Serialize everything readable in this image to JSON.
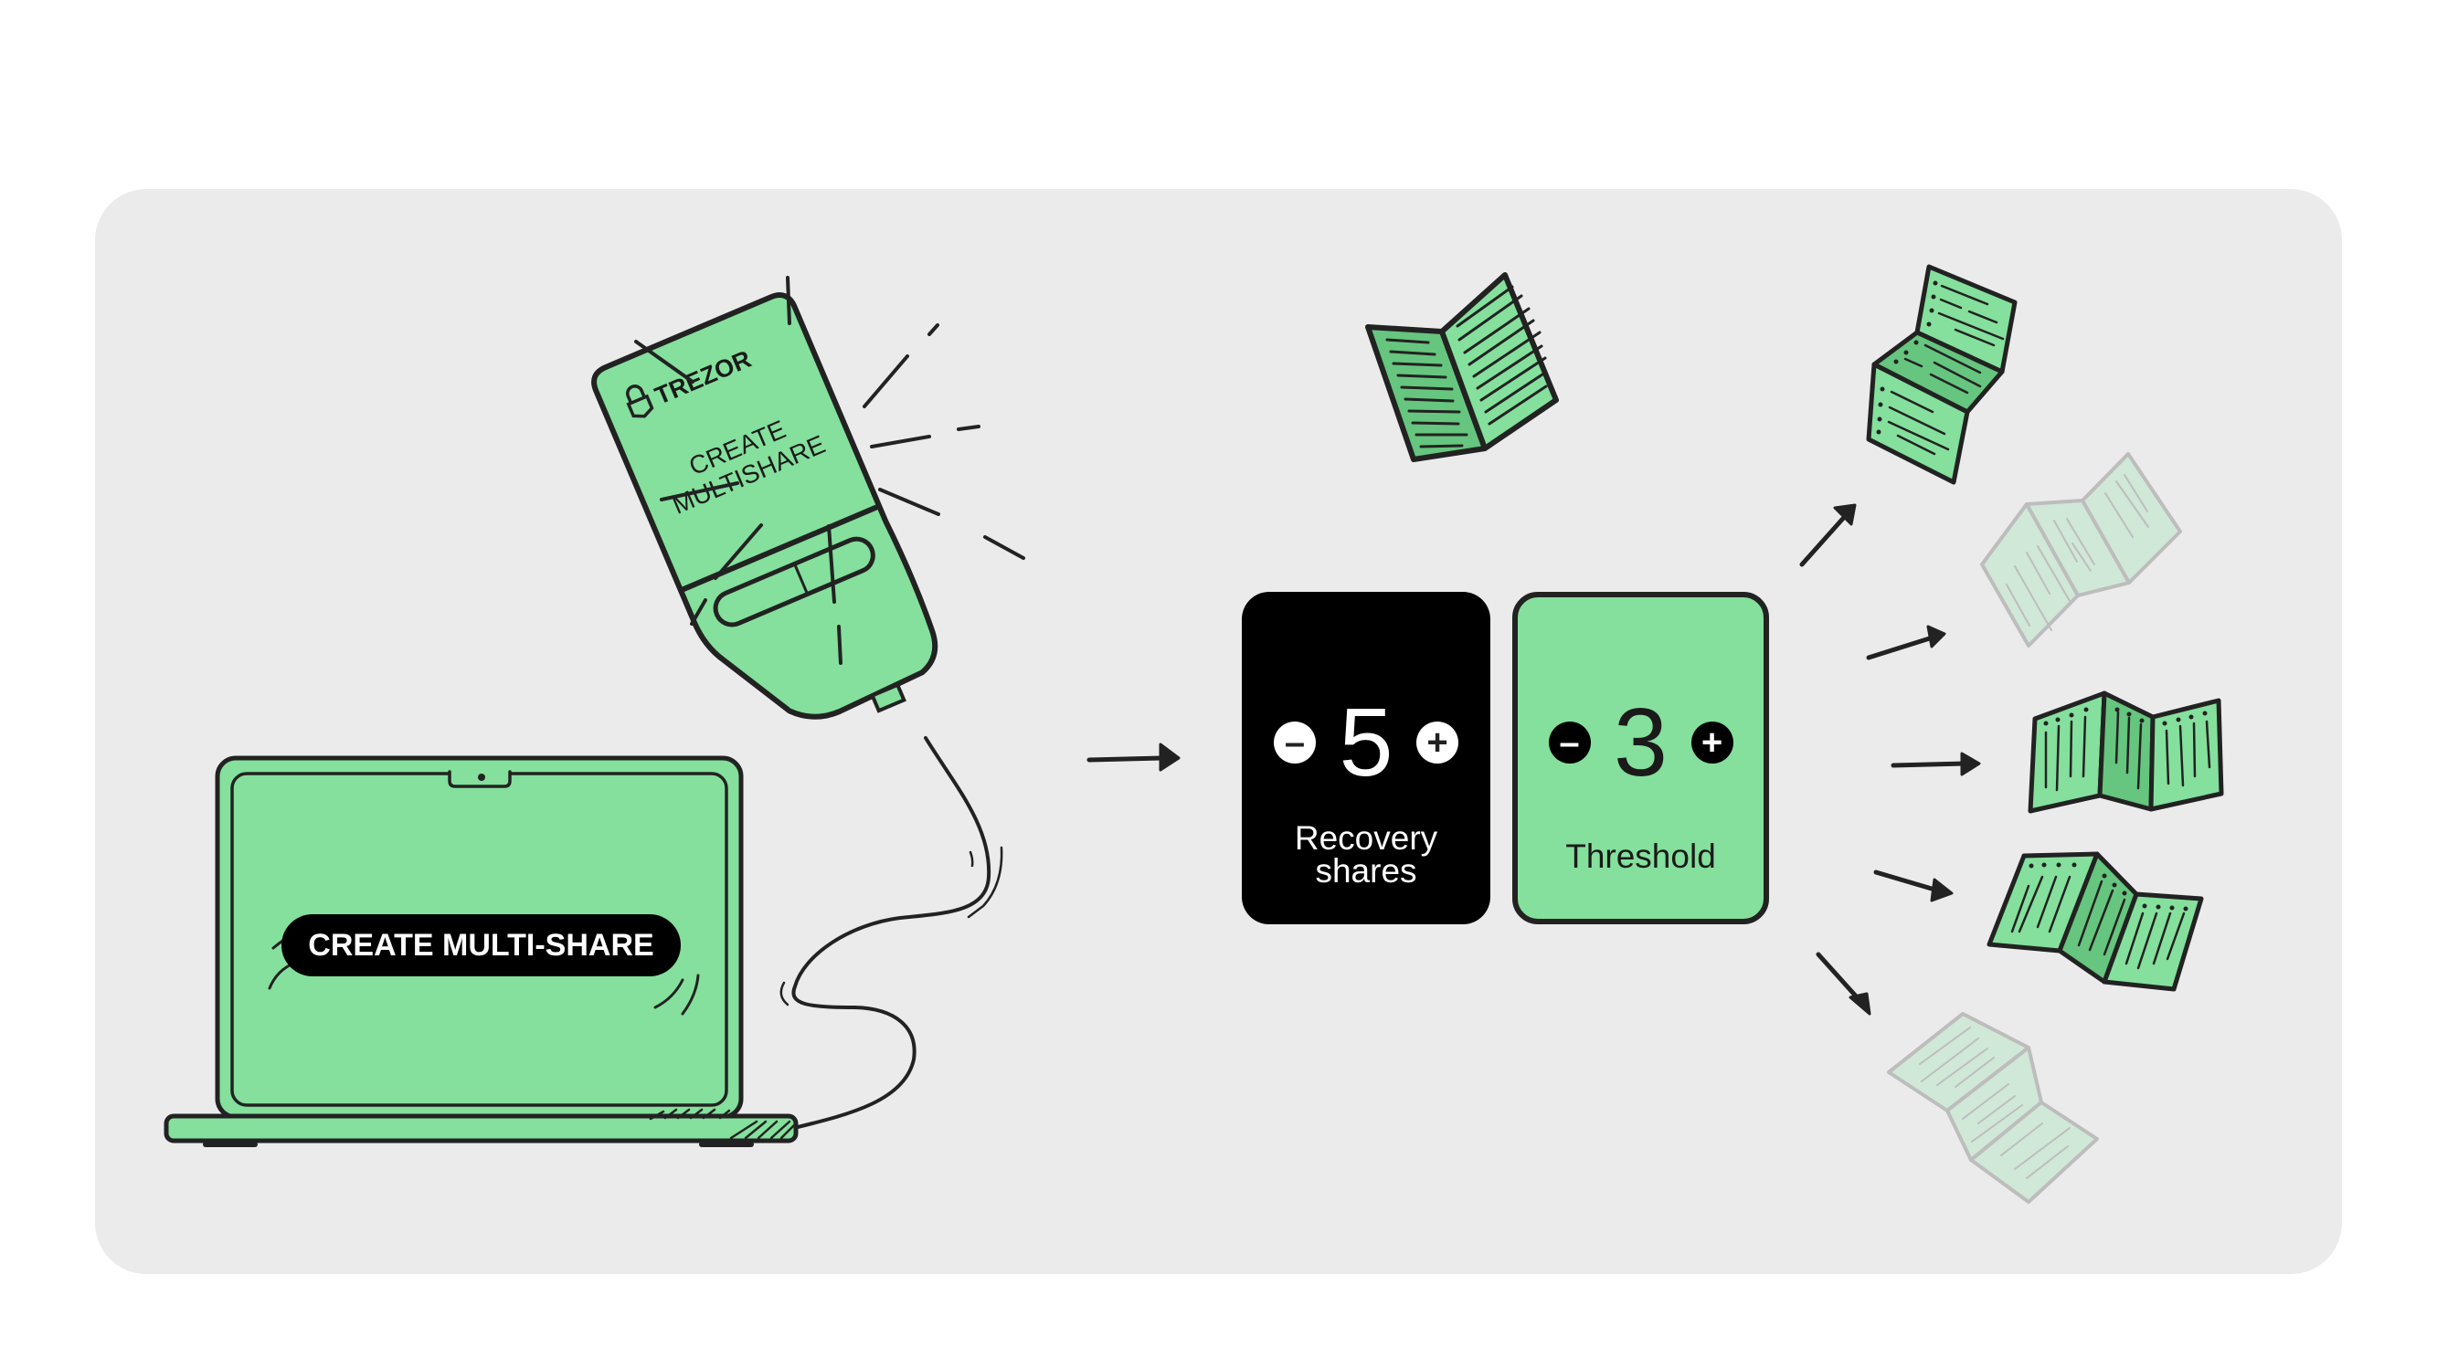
{
  "laptop": {
    "button_label": "CREATE MULTI-SHARE"
  },
  "device": {
    "brand": "TREZOR",
    "screen_line1": "CREATE",
    "screen_line2": "MULTISHARE"
  },
  "recovery_shares": {
    "value": "5",
    "label_line1": "Recovery",
    "label_line2": "shares",
    "minus_icon": "minus-circle-icon",
    "plus_icon": "plus-circle-icon"
  },
  "threshold": {
    "value": "3",
    "label": "Threshold",
    "minus_icon": "minus-circle-icon",
    "plus_icon": "plus-circle-icon"
  },
  "shares": {
    "total": 5,
    "highlighted": 3,
    "faded": 2
  },
  "colors": {
    "panel_bg": "#EBEBEB",
    "green": "#84E09C",
    "green_dark": "#66C57E",
    "faded_fill": "#D0E8D8",
    "faded_stroke": "#BDBDBD",
    "ink": "#222222"
  }
}
